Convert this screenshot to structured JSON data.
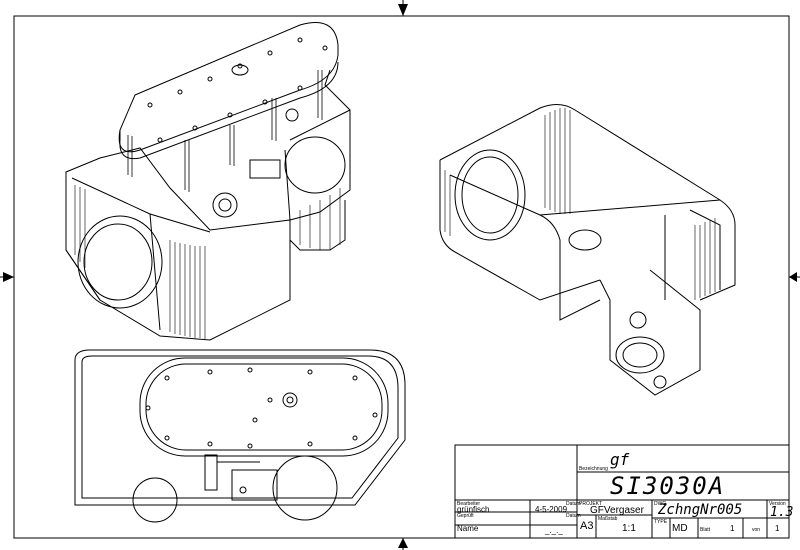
{
  "title_block": {
    "field_label_bezeichnung": "Bezeichnung",
    "line1": "gf",
    "drawing_name": "SI3030A",
    "label_bearbeiter": "Bearbeiter",
    "bearbeiter": "grünfisch",
    "label_datum": "Datum",
    "datum": "4-5-2009",
    "label_geprueft": "Geprüft",
    "geprueft_name": "Name",
    "label_datum2": "Datum",
    "datum2": "_._._",
    "label_projekt": "PROJEKT",
    "projekt": "GFVergaser",
    "label_dwg": "DWG",
    "zeichnung_nr": "ZchngNr005",
    "label_version": "Version",
    "version": "1.3",
    "format": "A3",
    "label_massstab": "Maßstab",
    "massstab": "1:1",
    "label_type": "TYPE",
    "type": "MD",
    "label_blatt": "Blatt",
    "blatt": "1",
    "label_von": "von",
    "blatt_von": "1"
  }
}
